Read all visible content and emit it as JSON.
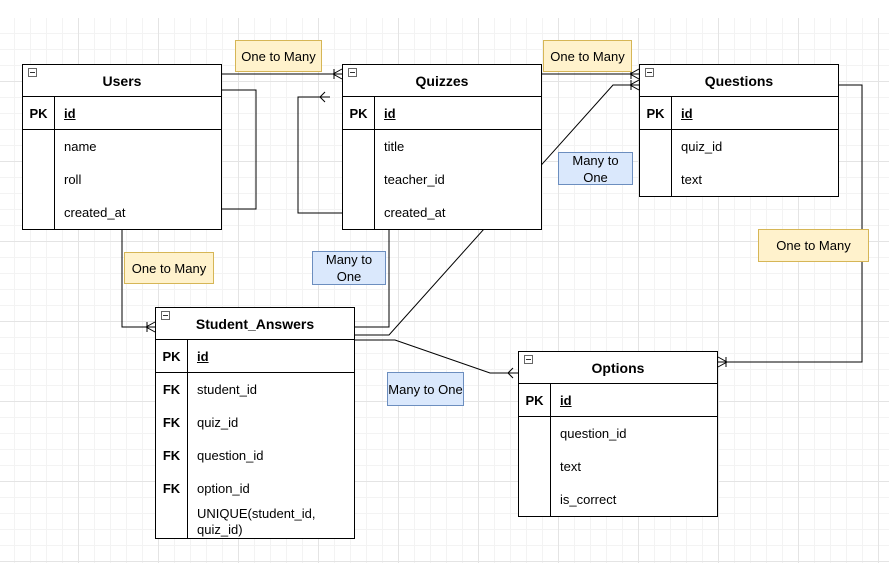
{
  "entities": {
    "users": {
      "title": "Users",
      "pk": {
        "key": "PK",
        "name": "id"
      },
      "fields": [
        "name",
        "roll",
        "created_at"
      ]
    },
    "quizzes": {
      "title": "Quizzes",
      "pk": {
        "key": "PK",
        "name": "id"
      },
      "fields": [
        "title",
        "teacher_id",
        "created_at"
      ]
    },
    "questions": {
      "title": "Questions",
      "pk": {
        "key": "PK",
        "name": "id"
      },
      "fields": [
        "quiz_id",
        "text"
      ]
    },
    "student_answers": {
      "title": "Student_Answers",
      "pk": {
        "key": "PK",
        "name": "id"
      },
      "fields": [
        {
          "key": "FK",
          "name": "student_id"
        },
        {
          "key": "FK",
          "name": "quiz_id"
        },
        {
          "key": "FK",
          "name": "question_id"
        },
        {
          "key": "FK",
          "name": "option_id"
        },
        {
          "key": "",
          "name": "UNIQUE(student_id, quiz_id)"
        }
      ]
    },
    "options": {
      "title": "Options",
      "pk": {
        "key": "PK",
        "name": "id"
      },
      "fields": [
        "question_id",
        "text",
        "is_correct"
      ]
    }
  },
  "relationship_notes": {
    "users_quizzes": "One to Many",
    "quizzes_questions": "One to Many",
    "users_student_answers": "One to Many",
    "questions_options": "One to Many",
    "student_answers_quizzes": "Many to One",
    "student_answers_questions": "Many to One",
    "student_answers_options": "Many to One"
  },
  "colors": {
    "one_to_many_fill": "#fff2cc",
    "one_to_many_border": "#d6b656",
    "many_to_one_fill": "#dae8fc",
    "many_to_one_border": "#6c8ebf",
    "line": "#000000"
  }
}
